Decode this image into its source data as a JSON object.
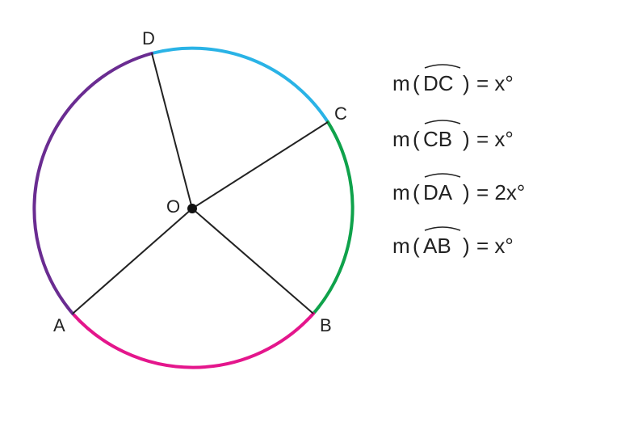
{
  "points": {
    "D": "D",
    "C": "C",
    "O": "O",
    "A": "A",
    "B": "B"
  },
  "arc_colors": {
    "DC": "#2AB3E6",
    "CB": "#0FA24B",
    "BA": "#E4168C",
    "AD": "#6A2C91"
  },
  "radius_color": "#222222",
  "equations": [
    {
      "prefix": "m",
      "open": "(",
      "arc": "DC",
      "close": ")",
      "rhs": "= x°"
    },
    {
      "prefix": "m",
      "open": "(",
      "arc": "CB",
      "close": ")",
      "rhs": "= x°"
    },
    {
      "prefix": "m",
      "open": "(",
      "arc": "DA",
      "close": ")",
      "rhs": "= 2x°"
    },
    {
      "prefix": "m",
      "open": "(",
      "arc": "AB",
      "close": ")",
      "rhs": "= x°"
    }
  ]
}
